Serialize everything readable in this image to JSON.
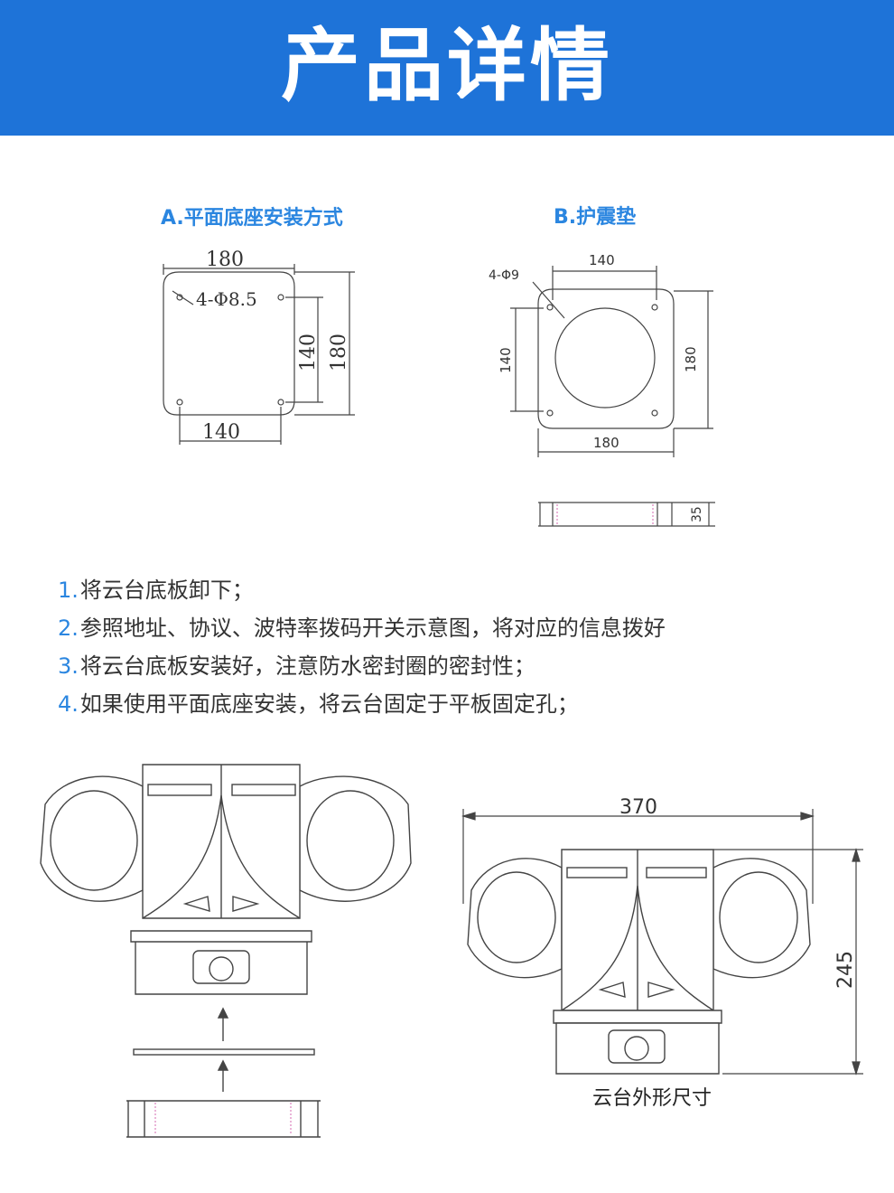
{
  "header": {
    "title": "产品详情"
  },
  "section_a": {
    "title": "A.平面底座安装方式",
    "dims": {
      "top": "180",
      "hole": "4-Φ8.5",
      "inner_v": "140",
      "outer_v": "180",
      "bottom": "140"
    }
  },
  "section_b": {
    "title": "B.护震垫",
    "dims": {
      "hole": "4-Φ9",
      "top": "140",
      "left": "140",
      "right": "180",
      "bottom": "180",
      "height": "35"
    }
  },
  "steps": [
    {
      "num": "1.",
      "text": "将云台底板卸下；"
    },
    {
      "num": "2.",
      "text": "参照地址、协议、波特率拨码开关示意图，将对应的信息拨好"
    },
    {
      "num": "3.",
      "text": "将云台底板安装好，注意防水密封圈的密封性；"
    },
    {
      "num": "4.",
      "text": "如果使用平面底座安装，将云台固定于平板固定孔；"
    }
  ],
  "dimension_drawing": {
    "width": "370",
    "height": "245",
    "caption": "云台外形尺寸"
  },
  "colors": {
    "banner": "#1e73d8",
    "accent": "#2b86e0",
    "line": "#444444"
  }
}
